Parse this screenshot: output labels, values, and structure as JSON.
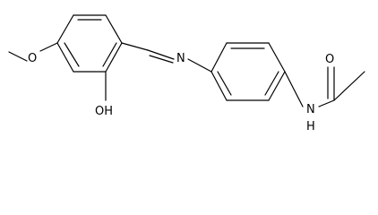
{
  "molecule": {
    "atoms": {
      "methoxy_oxygen": "O",
      "hydroxyl": "OH",
      "imine_nitrogen": "N",
      "amide_nh": "N",
      "amide_h": "H",
      "carbonyl_oxygen": "O"
    }
  }
}
